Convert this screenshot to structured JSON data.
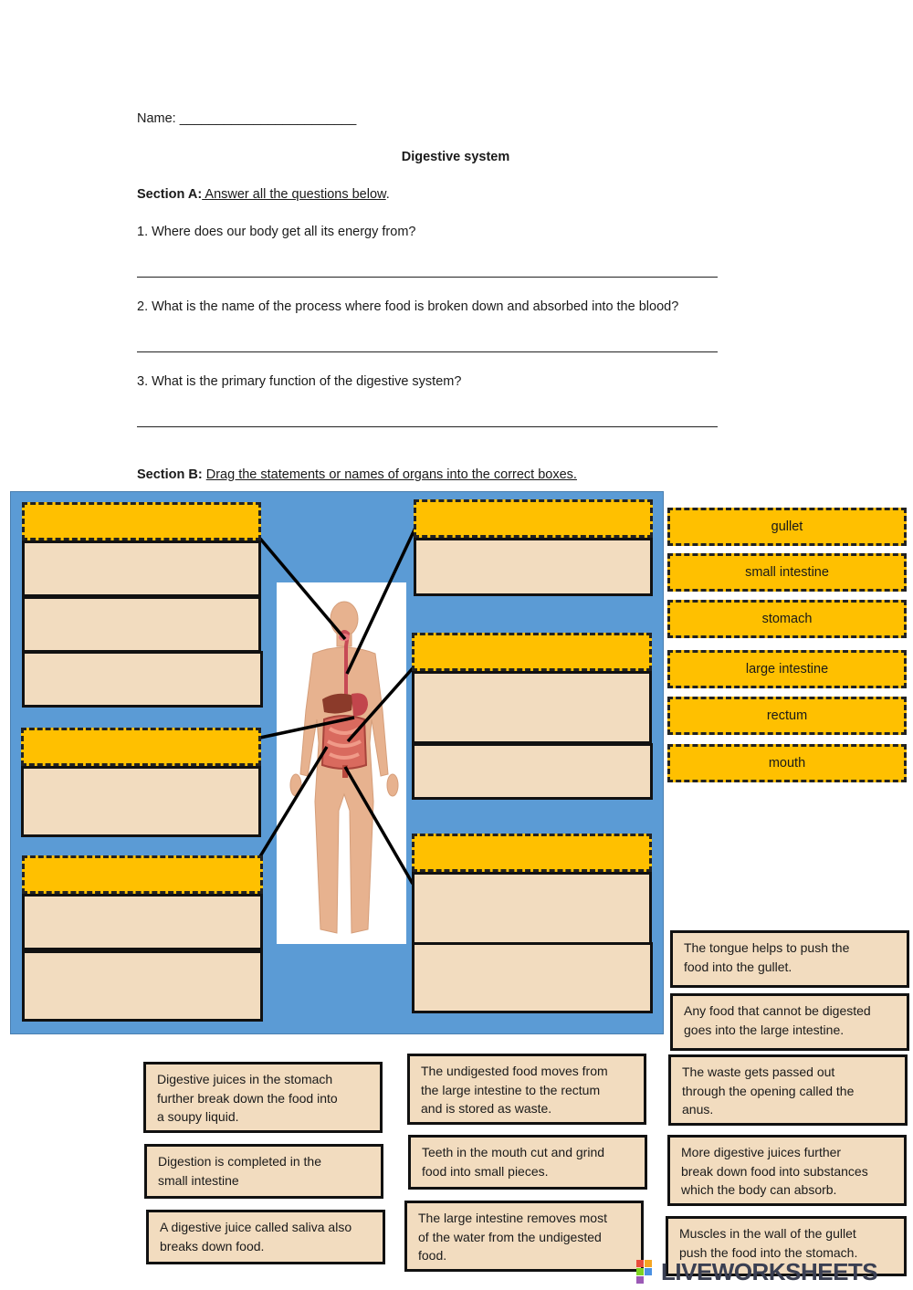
{
  "header": {
    "name_label": "Name: ________________________",
    "title": "Digestive system"
  },
  "section_a": {
    "label": "Section A:",
    "instruction": " Answer all the questions below",
    "instruction_end": ".",
    "questions": [
      "1. Where does our body get all its energy from?",
      "2. What is the name of the process where food is broken down and absorbed into the blood?",
      "3. What is the primary function of the digestive system?"
    ]
  },
  "section_b": {
    "label": "Section B:",
    "instruction": "Drag the statements or names of organs into the correct boxes."
  },
  "organ_labels": [
    "gullet",
    "small intestine",
    "stomach",
    "large intestine",
    "rectum",
    "mouth"
  ],
  "statements": [
    "The tongue helps to push the\nfood into the gullet.",
    "Any food that cannot be digested\ngoes into the large intestine.",
    "Digestive juices in the stomach\nfurther break down the food into\na soupy liquid.",
    "The undigested food moves from\nthe large intestine to the rectum\nand is stored as waste.",
    "The waste gets passed out\nthrough the opening called the\nanus.",
    "Digestion is completed in the\nsmall intestine",
    "Teeth in the mouth cut and grind\nfood into small pieces.",
    "More digestive juices further\nbreak down food into substances\nwhich the body can absorb.",
    "A digestive juice called saliva also\nbreaks down food.",
    "The large intestine removes most\nof the water from the undigested\nfood.",
    "Muscles in the wall of the gullet\npush the food into the stomach."
  ],
  "colors": {
    "panel": "#5b9bd5",
    "label": "#ffc000",
    "card": "#f2dcbf"
  },
  "watermark": "LIVEWORKSHEETS"
}
